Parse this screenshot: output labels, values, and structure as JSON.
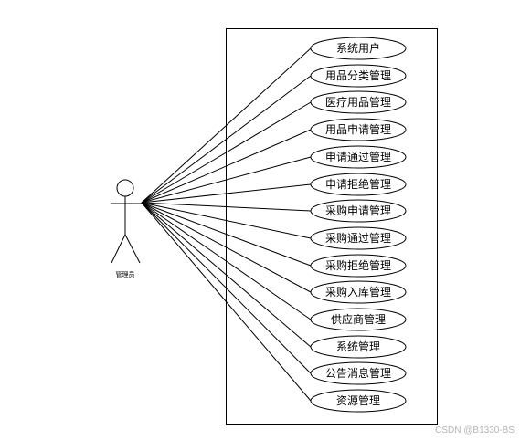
{
  "actor": {
    "label": "管理员"
  },
  "use_cases": [
    {
      "label": "系统用户"
    },
    {
      "label": "用品分类管理"
    },
    {
      "label": "医疗用品管理"
    },
    {
      "label": "用品申请管理"
    },
    {
      "label": "申请通过管理"
    },
    {
      "label": "申请拒绝管理"
    },
    {
      "label": "采购申请管理"
    },
    {
      "label": "采购通过管理"
    },
    {
      "label": "采购拒绝管理"
    },
    {
      "label": "采购入库管理"
    },
    {
      "label": "供应商管理"
    },
    {
      "label": "系统管理"
    },
    {
      "label": "公告消息管理"
    },
    {
      "label": "资源管理"
    }
  ],
  "watermark": "CSDN @B1330-BS",
  "colors": {
    "stroke": "#000000",
    "background": "#ffffff",
    "watermark": "#b4b4b4"
  }
}
